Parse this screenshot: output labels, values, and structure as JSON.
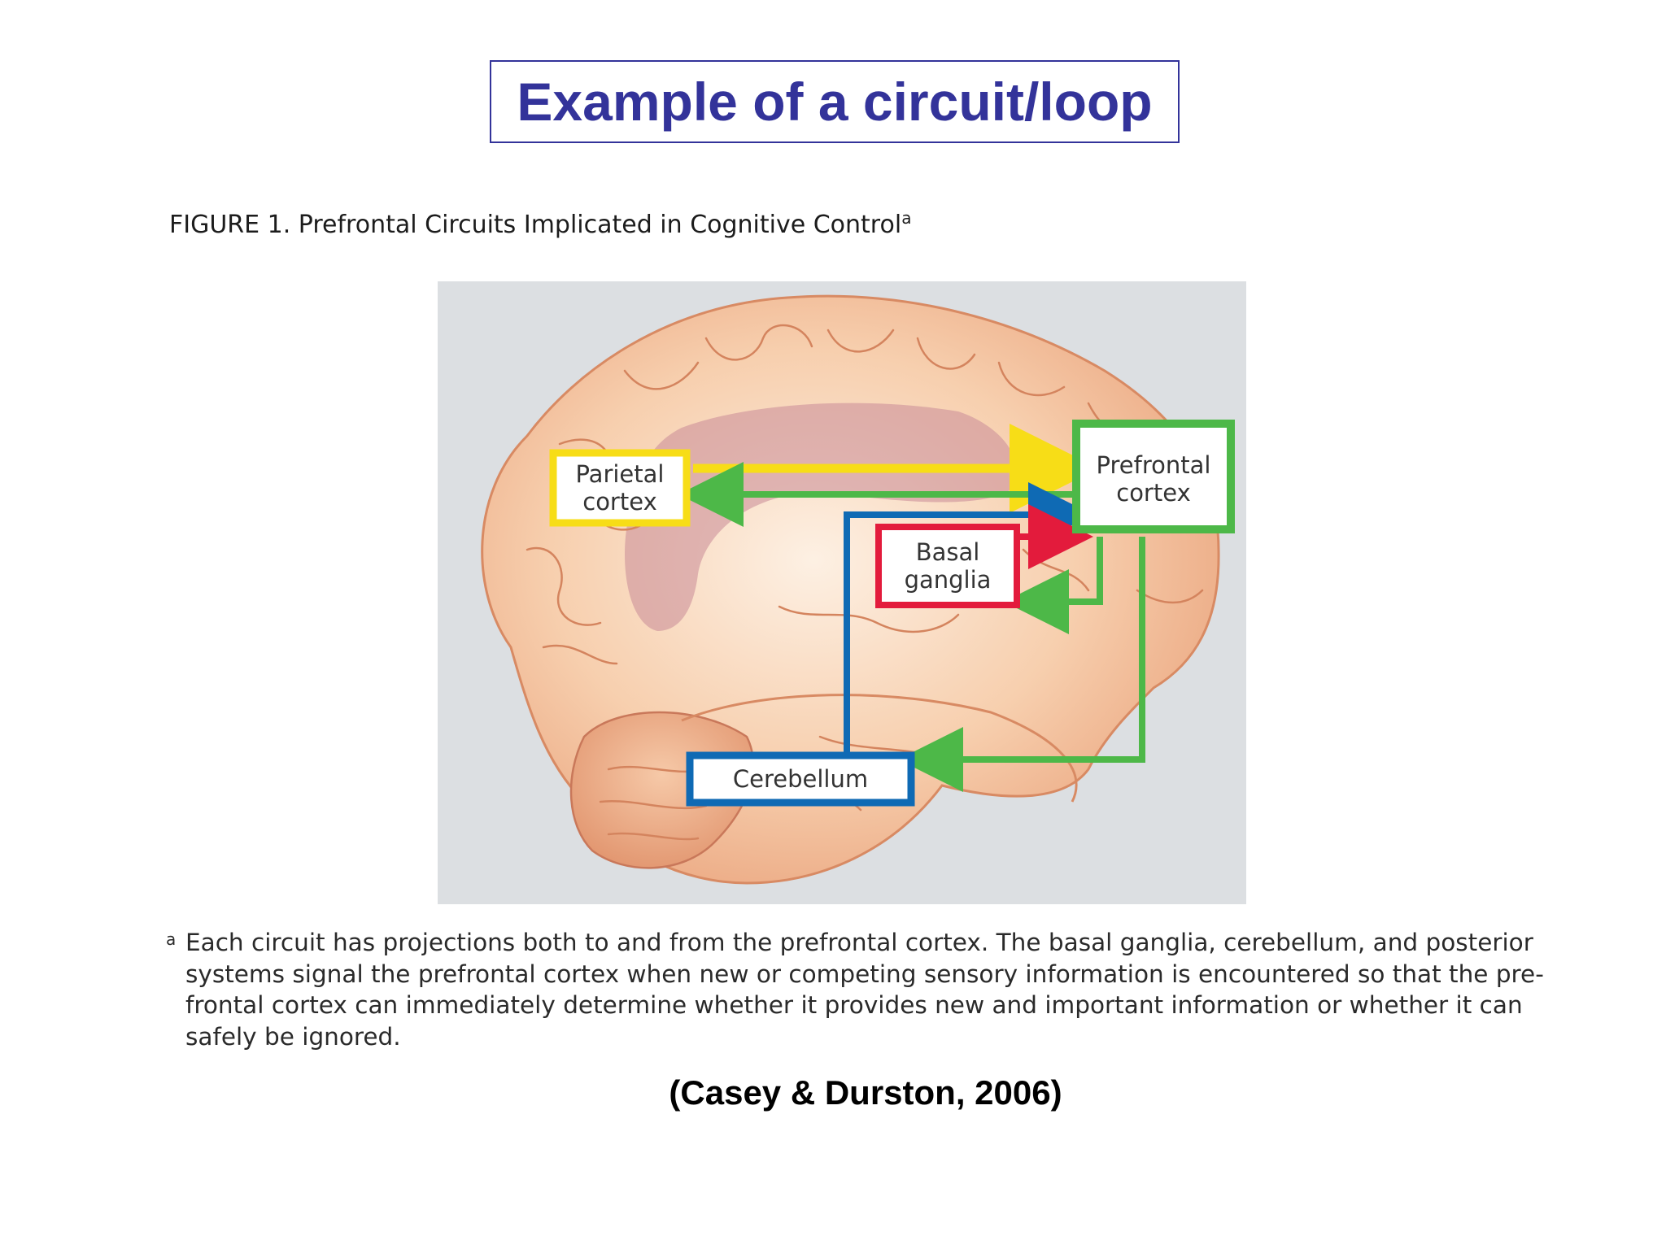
{
  "slide": {
    "title": "Example of a circuit/loop",
    "citation": "(Casey & Durston, 2006)"
  },
  "figure": {
    "caption": "FIGURE 1. Prefrontal Circuits Implicated in Cognitive Control",
    "caption_superscript": "a",
    "nodes": {
      "parietal": {
        "line1": "Parietal",
        "line2": "cortex",
        "color": "#f7dd17"
      },
      "prefrontal": {
        "line1": "Prefrontal",
        "line2": "cortex",
        "color": "#4db848"
      },
      "basal": {
        "line1": "Basal",
        "line2": "ganglia",
        "color": "#e31b3c"
      },
      "cerebellum": {
        "line1": "Cerebellum",
        "color": "#0f6ab4"
      }
    },
    "footnote": {
      "mark": "a",
      "lines": [
        "Each circuit has projections both to and from the prefrontal cortex. The basal ganglia, cerebellum, and posterior",
        "systems signal the prefrontal cortex when new or competing sensory information is encountered so that the pre-",
        "frontal cortex can immediately determine whether it provides new and important information or whether it can",
        "safely be ignored."
      ]
    }
  }
}
